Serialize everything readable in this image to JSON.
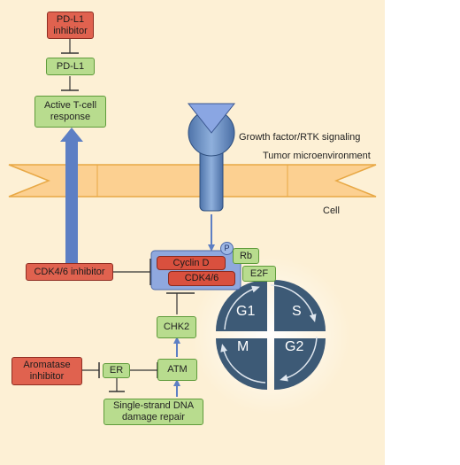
{
  "nodes": {
    "pdl1_inhibitor": "PD-L1\ninhibitor",
    "pdl1": "PD-L1",
    "tcell": "Active T-cell\nresponse",
    "cdk46_inhibitor": "CDK4/6 inhibitor",
    "cyclin_d": "Cyclin D",
    "cdk46": "CDK4/6",
    "rb": "Rb",
    "e2f": "E2F",
    "p": "P",
    "chk2": "CHK2",
    "atm": "ATM",
    "er": "ER",
    "aromatase_inhibitor": "Aromatase\ninhibitor",
    "ssdna_repair": "Single-strand DNA\ndamage repair"
  },
  "labels": {
    "growth_factor": "Growth factor/RTK signaling",
    "tumor_microenvironment": "Tumor microenvironment",
    "cell": "Cell"
  },
  "cell_cycle": {
    "g1": "G1",
    "s": "S",
    "m": "M",
    "g2": "G2"
  },
  "colors": {
    "background": "#fdf0d5",
    "membrane": "#fcd091",
    "green_box": "#b8dc8e",
    "red_box": "#e0624f",
    "blue_arrow": "#5d7fc4",
    "cycle": "#3d5a76"
  }
}
